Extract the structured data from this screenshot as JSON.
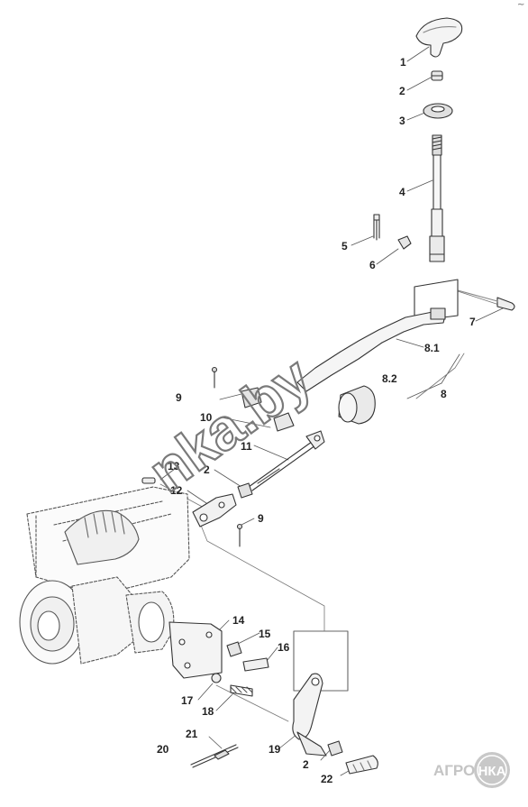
{
  "parts": [
    "1",
    "2",
    "3",
    "4",
    "5",
    "6",
    "7",
    "8.1",
    "8.2",
    "8",
    "9",
    "10",
    "11",
    "2",
    "13",
    "12",
    "9",
    "14",
    "15",
    "16",
    "17",
    "18",
    "21",
    "20",
    "19",
    "2",
    "22"
  ],
  "watermark": "nka.by",
  "logo": {
    "prefix": "АГРО",
    "badge": "НКА"
  },
  "corner_mark": "~"
}
